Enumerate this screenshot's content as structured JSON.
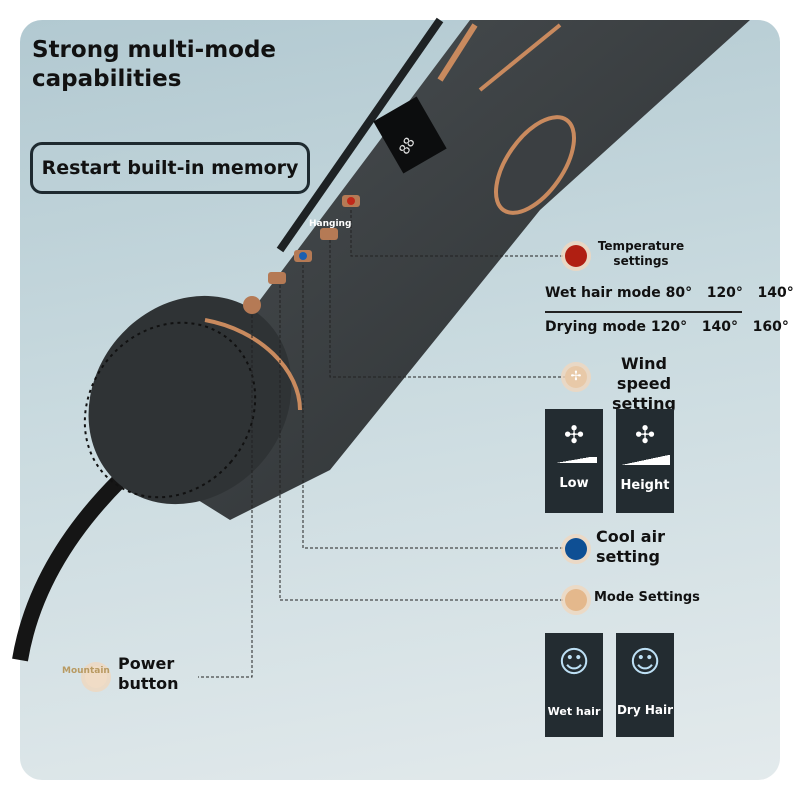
{
  "title": "Strong multi-mode capabilities",
  "memory_badge": "Restart built-in memory",
  "button_labels": {
    "hanging": "Hanging",
    "mountain": "Mountain"
  },
  "temperature": {
    "label": "Temperature settings",
    "wet_hair": "Wet hair mode 80°   120°   140°",
    "drying": "Drying mode 120°   140°   160°"
  },
  "wind": {
    "label": "Wind speed setting",
    "low": "Low",
    "high": "Height"
  },
  "cool_air": {
    "label": "Cool air setting"
  },
  "mode": {
    "label": "Mode Settings",
    "wet": "Wet hair",
    "dry": "Dry Hair"
  },
  "power": {
    "label": "Power button"
  },
  "colors": {
    "temp_dot": "#b01f12",
    "cool_dot": "#0e4f94",
    "tile": "#232c31",
    "copper": "#c98a5e"
  }
}
